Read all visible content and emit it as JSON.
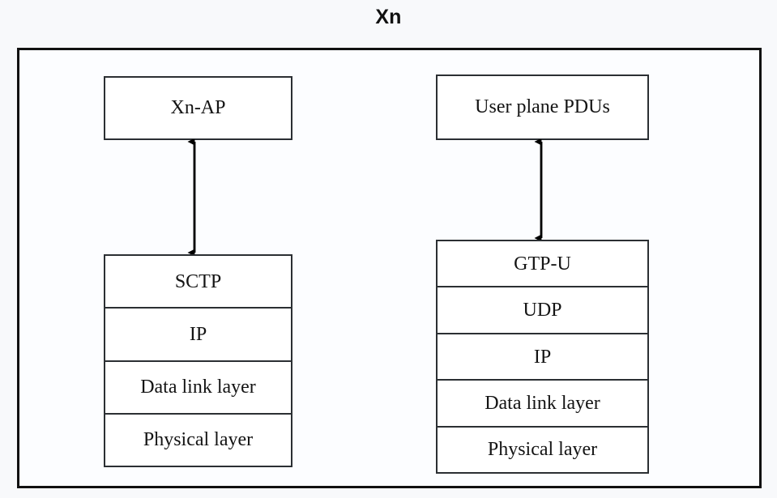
{
  "diagram": {
    "title": "Xn",
    "frame": {
      "name": "xn-interface-frame"
    },
    "control_plane": {
      "top_box": {
        "label": "Xn-AP"
      },
      "arrow": {
        "name": "control-plane-arrow",
        "type": "double-headed-vertical"
      },
      "stack": {
        "layers": [
          {
            "label": "SCTP"
          },
          {
            "label": "IP"
          },
          {
            "label": "Data link layer"
          },
          {
            "label": "Physical layer"
          }
        ]
      }
    },
    "user_plane": {
      "top_box": {
        "label": "User plane PDUs"
      },
      "arrow": {
        "name": "user-plane-arrow",
        "type": "double-headed-vertical"
      },
      "stack": {
        "layers": [
          {
            "label": "GTP-U"
          },
          {
            "label": "UDP"
          },
          {
            "label": "IP"
          },
          {
            "label": "Data link layer"
          },
          {
            "label": "Physical layer"
          }
        ]
      }
    },
    "colors": {
      "background": "#f8f9fb",
      "frame_border": "#111111",
      "box_border": "#2b2f33",
      "box_fill": "#ffffff",
      "text": "#141414",
      "arrow": "#000000"
    }
  }
}
